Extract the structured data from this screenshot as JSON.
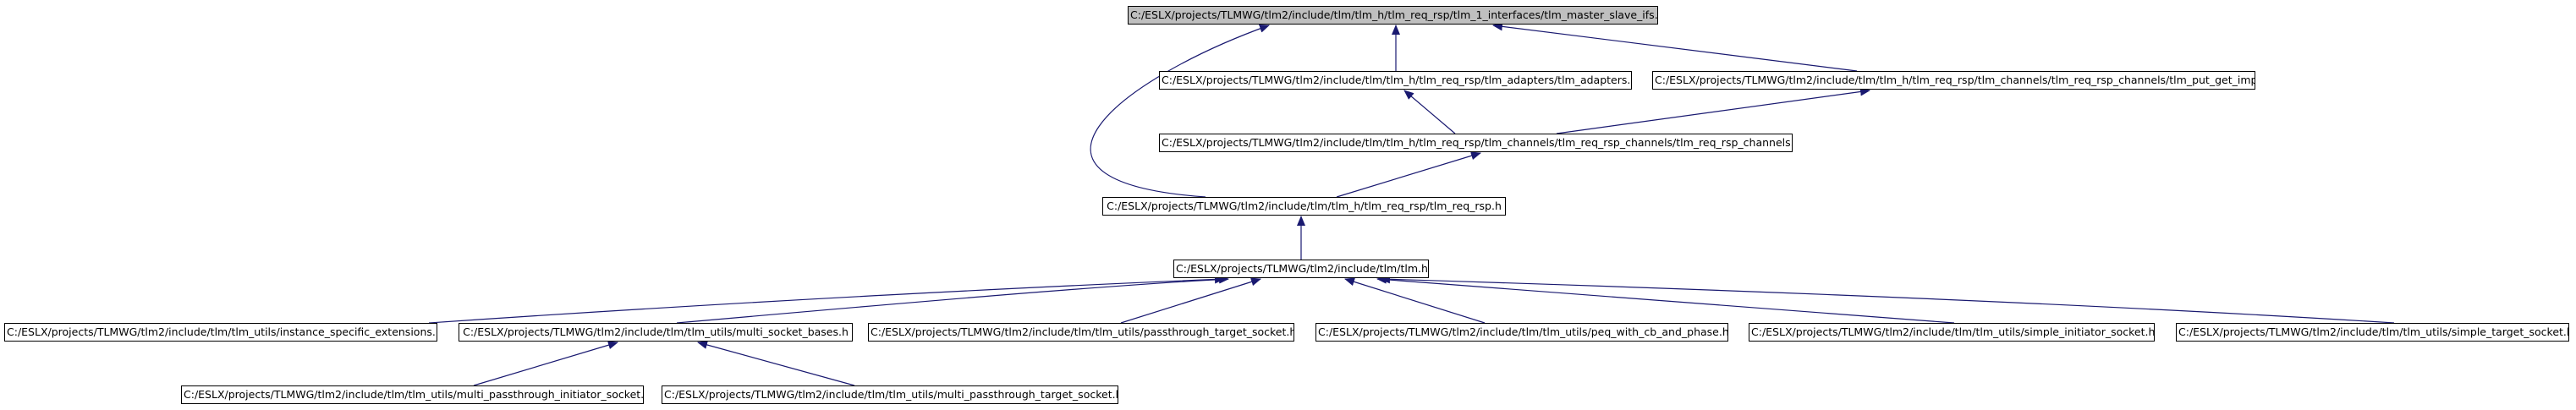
{
  "diagram": {
    "type": "include-dependency-graph",
    "colors": {
      "edge": "#191970",
      "node_border": "#000000",
      "root_fill": "#bfbfbf",
      "node_fill": "#ffffff"
    },
    "nodes": {
      "master_slave": "C:/ESLX/projects/TLMWG/tlm2/include/tlm/tlm_h/tlm_req_rsp/tlm_1_interfaces/tlm_master_slave_ifs.h",
      "adapters": "C:/ESLX/projects/TLMWG/tlm2/include/tlm/tlm_h/tlm_req_rsp/tlm_adapters/tlm_adapters.h",
      "put_get_imp": "C:/ESLX/projects/TLMWG/tlm2/include/tlm/tlm_h/tlm_req_rsp/tlm_channels/tlm_req_rsp_channels/tlm_put_get_imp.h",
      "req_rsp_channels": "C:/ESLX/projects/TLMWG/tlm2/include/tlm/tlm_h/tlm_req_rsp/tlm_channels/tlm_req_rsp_channels/tlm_req_rsp_channels.h",
      "req_rsp": "C:/ESLX/projects/TLMWG/tlm2/include/tlm/tlm_h/tlm_req_rsp/tlm_req_rsp.h",
      "tlm": "C:/ESLX/projects/TLMWG/tlm2/include/tlm/tlm.h",
      "instance_ext": "C:/ESLX/projects/TLMWG/tlm2/include/tlm/tlm_utils/instance_specific_extensions.h",
      "multi_bases": "C:/ESLX/projects/TLMWG/tlm2/include/tlm/tlm_utils/multi_socket_bases.h",
      "pass_target": "C:/ESLX/projects/TLMWG/tlm2/include/tlm/tlm_utils/passthrough_target_socket.h",
      "peq": "C:/ESLX/projects/TLMWG/tlm2/include/tlm/tlm_utils/peq_with_cb_and_phase.h",
      "simple_init": "C:/ESLX/projects/TLMWG/tlm2/include/tlm/tlm_utils/simple_initiator_socket.h",
      "simple_target": "C:/ESLX/projects/TLMWG/tlm2/include/tlm/tlm_utils/simple_target_socket.h",
      "multi_init": "C:/ESLX/projects/TLMWG/tlm2/include/tlm/tlm_utils/multi_passthrough_initiator_socket.h",
      "multi_target": "C:/ESLX/projects/TLMWG/tlm2/include/tlm/tlm_utils/multi_passthrough_target_socket.h"
    },
    "edges": [
      {
        "from": "adapters",
        "to": "master_slave"
      },
      {
        "from": "put_get_imp",
        "to": "master_slave"
      },
      {
        "from": "req_rsp",
        "to": "master_slave"
      },
      {
        "from": "req_rsp_channels",
        "to": "adapters"
      },
      {
        "from": "req_rsp_channels",
        "to": "put_get_imp"
      },
      {
        "from": "req_rsp",
        "to": "req_rsp_channels"
      },
      {
        "from": "tlm",
        "to": "req_rsp"
      },
      {
        "from": "instance_ext",
        "to": "tlm"
      },
      {
        "from": "multi_bases",
        "to": "tlm"
      },
      {
        "from": "pass_target",
        "to": "tlm"
      },
      {
        "from": "peq",
        "to": "tlm"
      },
      {
        "from": "simple_init",
        "to": "tlm"
      },
      {
        "from": "simple_target",
        "to": "tlm"
      },
      {
        "from": "multi_init",
        "to": "multi_bases"
      },
      {
        "from": "multi_target",
        "to": "multi_bases"
      }
    ]
  }
}
